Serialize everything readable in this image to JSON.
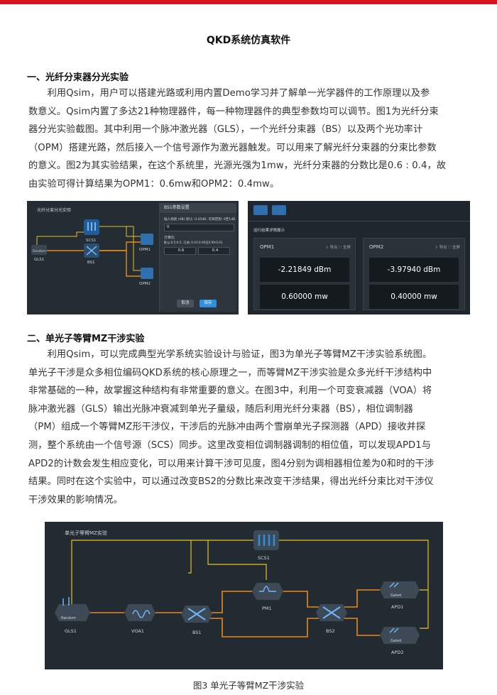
{
  "document": {
    "title": "QKD系统仿真软件",
    "section1": {
      "heading": "一、光纤分束器分光实验",
      "lines": [
        "　　利用Qsim，用户可以搭建光路或利用内置Demo学习并了解单一光学器件的工作原理以及参",
        "数意义。Qsim内置了多达21种物理器件，每一种物理器件的典型参数均可以调节。图1为光纤分束",
        "器分光实验截图。其中利用一个脉冲激光器（GLS），一个光纤分束器（BS）以及两个光功率计",
        "（OPM）搭建光路，然后接入一个信号源作为激光器触发。可以用来了解光纤分束器的分束比参数",
        "的意义。图2为其实验结果，在这个系统里，光源光强为1mw，光纤分束器的分数比是0.6 : 0.4，故",
        "由实验可得计算结果为OPM1：0.6mw和OPM2：0.4mw。"
      ]
    },
    "section2": {
      "heading": "二、单光子等臂MZ干涉实验",
      "lines": [
        "　　利用Qsim，可以完成典型光学系统实验设计与验证，图3为单光子等臂MZ干涉实验系统图。",
        "单光子干涉是众多相位编码QKD系统的核心原理之一，而等臂MZ干涉实验是众多光纤干涉结构中",
        "非常基础的一种，故掌握这种结构有非常重要的意义。在图3中，利用一个可变衰减器（VOA）将",
        "脉冲激光器（GLS）输出光脉冲衰减到单光子量级，随后利用光纤分束器（BS），相位调制器",
        "（PM）组成一个等臂MZ形干涉仪，干涉后的光脉冲由两个雪崩单光子探测器（APD）接收并探",
        "测，整个系统由一个信号源（SCS）同步。这里改变相位调制器调制的相位值，可以发现APD1与",
        "APD2的计数会发生相应变化，可以用来计算干涉可见度，图4分别为调相器相位差为0和时的干涉",
        "结果。同时在这个实验中，可以通过改变BS2的分数比来改变干涉结果，得出光纤分束比对干涉仪",
        "干涉效果的影响情况。"
      ]
    },
    "figure3_caption": "图3 单光子等臂MZ干涉实验"
  },
  "fig1": {
    "panel_title": "光纤分束分光实验",
    "nodes": {
      "scs": "SCS1",
      "gls": "GLS1",
      "bs": "BS1",
      "opm1": "OPM1",
      "opm2": "OPM2",
      "random": "Random"
    },
    "dialog": {
      "title": "BS1参数设置",
      "row1_label": "插入损耗 (dB)",
      "row1_hint": "默认: 0.05dB, 可调范围: 0至1dB",
      "row1_value": "0",
      "row2_label": "分束比",
      "row2_hint": "默认:0.5:0.5, 可调: 0.01:0.99至0.99:0.01",
      "ratio_a": "0.6",
      "ratio_b": "0.4",
      "cancel": "取消",
      "save": "保存"
    }
  },
  "fig2": {
    "panel_title": "运行结果详情展示",
    "export_label": "导出",
    "fullscreen_label": "全屏",
    "cards": [
      {
        "name": "OPM1",
        "dbm": "-2.21849 dBm",
        "mw": "0.60000 mw"
      },
      {
        "name": "OPM2",
        "dbm": "-3.97940 dBm",
        "mw": "0.40000 mw"
      }
    ]
  },
  "fig3": {
    "panel_title": "单光子等臂MZ实验",
    "nodes": {
      "scs": "SCS1",
      "gls": "GLS1",
      "voa": "VOA1",
      "bs1": "BS1",
      "pm": "PM1",
      "bs2": "BS2",
      "apd1": "APD1",
      "apd2": "APD2",
      "random": "Random",
      "gated": "Gated"
    }
  },
  "colors": {
    "brand_red": "#d6161c",
    "orange_path": "#e88a1a",
    "panel_dark": "#232b33",
    "node_blue": "#2f8fe0"
  }
}
